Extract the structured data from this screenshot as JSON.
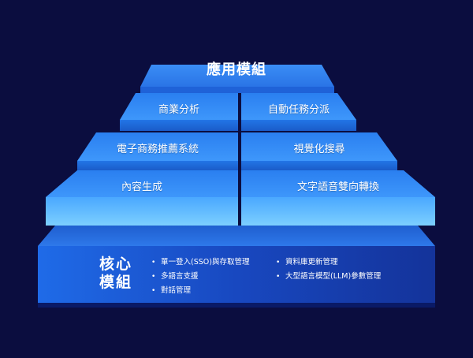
{
  "app_layer": {
    "title": "應用模組",
    "modules": [
      "商業分析",
      "自動任務分派",
      "電子商務推薦系統",
      "視覺化搜尋",
      "內容生成",
      "文字語音雙向轉換"
    ]
  },
  "core_layer": {
    "title_line1": "核心",
    "title_line2": "模組",
    "features_left": [
      "單一登入(SSO)與存取管理",
      "多語言支援",
      "對話管理"
    ],
    "features_right": [
      "資料庫更新管理",
      "大型語言模型(LLM)參數管理"
    ]
  },
  "colors": {
    "background": "#0b0d3f",
    "tier_top": "#2f86f2",
    "tier_front": "#1d5fd4",
    "core_front": "#1846b8",
    "core_top": "#2d6fe0"
  }
}
